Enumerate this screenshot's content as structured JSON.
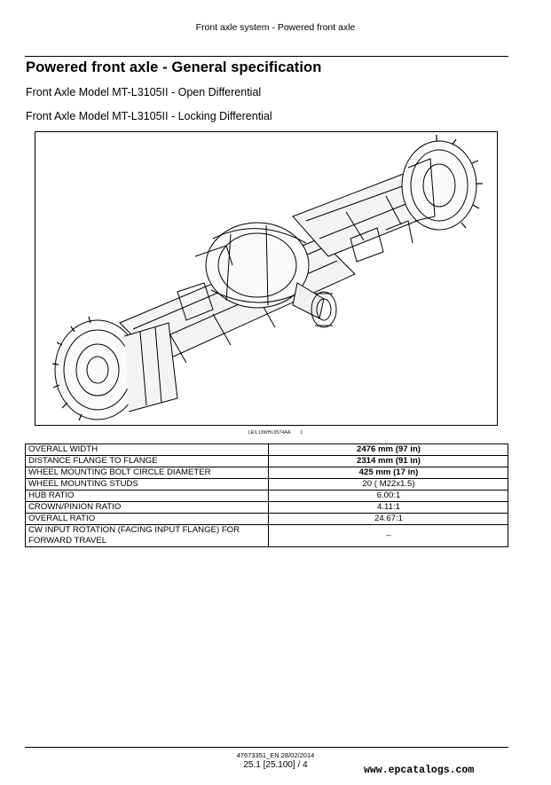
{
  "header": {
    "running_title": "Front axle system - Powered front axle"
  },
  "section": {
    "title": "Powered front axle - General specification",
    "model_1": "Front Axle Model MT-L3105II - Open Differential",
    "model_2": "Front Axle Model MT-L3105II - Locking Differential"
  },
  "figure": {
    "caption_code": "LEIL13WHL0574AA",
    "caption_number": "1"
  },
  "spec_table": {
    "rows": [
      {
        "label": "OVERALL WIDTH",
        "value_bold": "2476 mm",
        "value_rest": " (97 in)"
      },
      {
        "label": "DISTANCE FLANGE TO FLANGE",
        "value_bold": "2314 mm",
        "value_rest": " (91 in)"
      },
      {
        "label": "WHEEL MOUNTING BOLT CIRCLE DIAMETER",
        "value_bold": "425 mm",
        "value_rest": " (17 in)"
      },
      {
        "label": "WHEEL MOUNTING STUDS",
        "value": "20 ( M22x1.5)"
      },
      {
        "label": "HUB RATIO",
        "value": "6.00:1"
      },
      {
        "label": "CROWN/PINION RATIO",
        "value": "4.11:1"
      },
      {
        "label": "OVERALL RATIO",
        "value": "24.67:1"
      },
      {
        "label_line1": "CW INPUT ROTATION (FACING INPUT FLANGE) FOR",
        "label_line2": "FORWARD TRAVEL",
        "value": "–"
      }
    ]
  },
  "footer": {
    "doc_id": "47673351_EN 28/02/2014",
    "page_ref": "25.1 [25.100] / 4",
    "watermark": "www.epcatalogs.com"
  }
}
